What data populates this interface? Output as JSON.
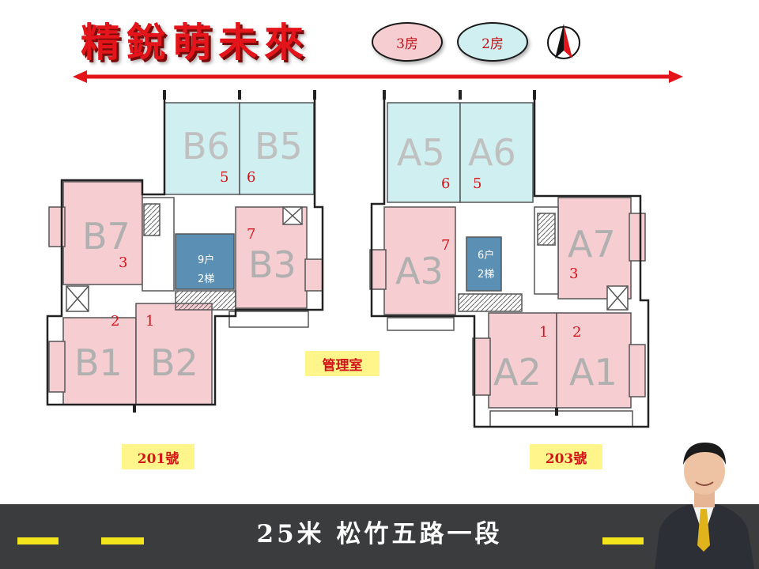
{
  "title": "精銳萌未來",
  "legend": {
    "three_room": "3房",
    "two_room": "2房"
  },
  "colors": {
    "three_room_fill": "#f6cdd0",
    "two_room_fill": "#cfeff0",
    "title_red": "#e4141b",
    "road": "#3b3c3d",
    "lane_yellow": "#f2e51b",
    "badge_yellow": "#fff58a"
  },
  "compass_icon": "north-arrow-icon",
  "units": {
    "B6": "B6",
    "B5": "B5",
    "B7": "B7",
    "B3": "B3",
    "B1": "B1",
    "B2": "B2",
    "A5": "A5",
    "A6": "A6",
    "A3": "A3",
    "A7": "A7",
    "A2": "A2",
    "A1": "A1"
  },
  "elevator_marks": {
    "n1": "1",
    "n2": "2",
    "n3": "3",
    "n5": "5",
    "n6": "6",
    "n7": "7"
  },
  "core_left": {
    "line1": "9户",
    "line2": "2梯"
  },
  "core_right": {
    "line1": "6户",
    "line2": "2梯"
  },
  "management_office": "管理室",
  "address_left": "201號",
  "address_right": "203號",
  "road_label": "25米  松竹五路一段"
}
